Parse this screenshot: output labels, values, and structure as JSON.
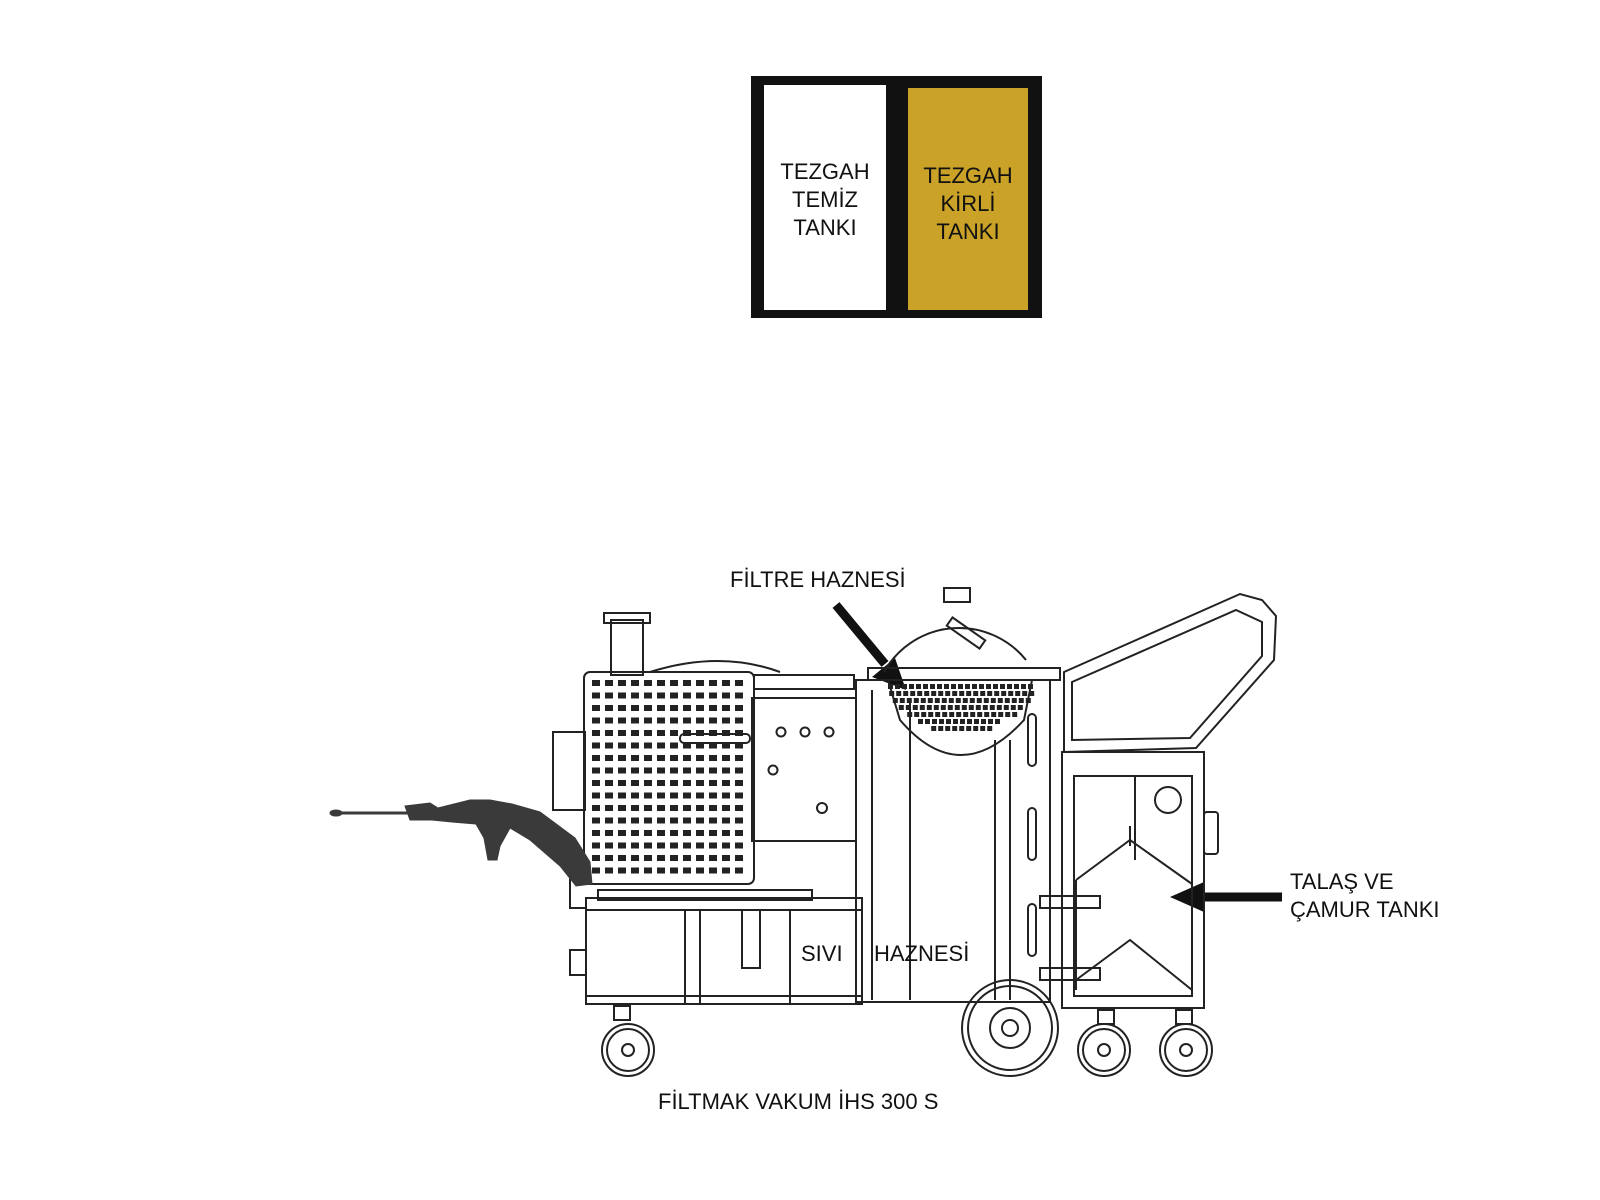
{
  "legend": {
    "clean_tank": {
      "lines": [
        "TEZGAH",
        "TEMİZ",
        "TANKI"
      ],
      "fill": "#ffffff"
    },
    "dirty_tank": {
      "lines": [
        "TEZGAH",
        "KİRLİ",
        "TANKI"
      ],
      "fill": "#c9a227"
    },
    "frame_color": "#111111"
  },
  "labels": {
    "filter_chamber": "FİLTRE HAZNESİ",
    "chip_sludge_tank_line1": "TALAŞ VE",
    "chip_sludge_tank_line2": "ÇAMUR TANKI",
    "liquid_word1": "SIVI",
    "liquid_word2": "HAZNESİ",
    "machine_name": "FİLTMAK VAKUM İHS 300 S"
  },
  "colors": {
    "line": "#222222",
    "gun": "#3a3a3a",
    "arrow": "#111111"
  }
}
